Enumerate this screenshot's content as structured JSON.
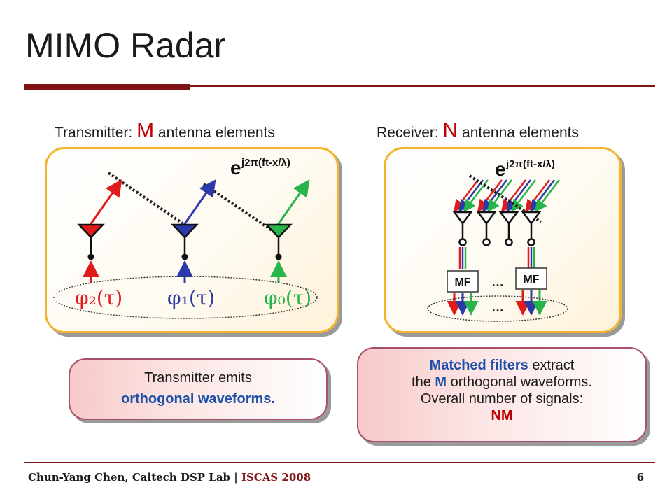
{
  "slide": {
    "title": "MIMO Radar",
    "page_number": "6"
  },
  "transmitter": {
    "heading_pre": "Transmitter: ",
    "heading_big": "M",
    "heading_post": " antenna elements",
    "wave_base": "e",
    "wave_exp": "j2π(ft-x/λ)",
    "phi_labels": [
      "φ₂(τ)",
      "φ₁(τ)",
      "φ₀(τ)"
    ],
    "colors": {
      "red": "#e01b1b",
      "blue": "#2b3aa8",
      "green": "#27b44a"
    }
  },
  "receiver": {
    "heading_pre": "Receiver: ",
    "heading_big": "N",
    "heading_post": " antenna elements",
    "wave_base": "e",
    "wave_exp": "j2π(ft-x/λ)",
    "mf_label": "MF",
    "ellipsis": "…"
  },
  "tx_caption": {
    "line1": "Transmitter emits",
    "line2": "orthogonal waveforms."
  },
  "rx_caption": {
    "line1_hl": "Matched filters",
    "line1_rest": " extract",
    "line2_pre": "the ",
    "line2_hl": "M",
    "line2_post": " orthogonal waveforms.",
    "line3": "Overall number of signals:",
    "line4": "NM"
  },
  "footer": {
    "author": "Chun-Yang Chen, Caltech DSP Lab | ",
    "venue": "ISCAS 2008"
  }
}
